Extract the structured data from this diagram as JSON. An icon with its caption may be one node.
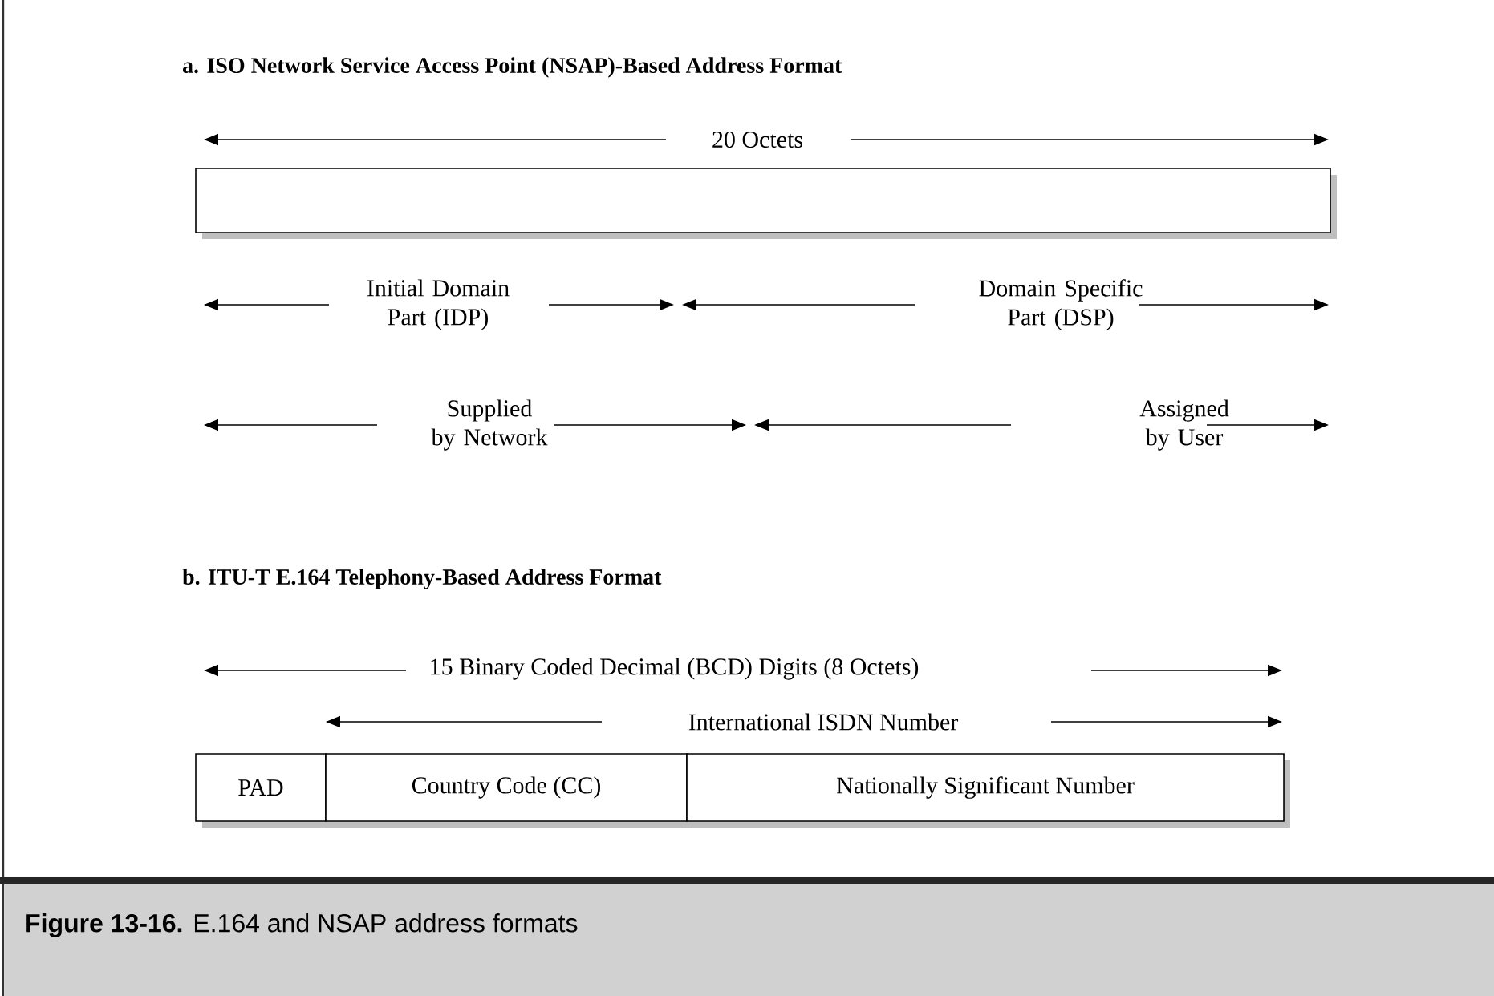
{
  "diagram": {
    "caption": "**Figure 13-16.** E.164 and NSAP address formats",
    "nodes": [
      {
        "text": [],
        "shape": "box"
      },
      {
        "text": [
          "PAD"
        ]
      },
      {
        "text": [
          "Country Code (CC)"
        ]
      },
      {
        "text": [
          "Nationally Significant Number"
        ]
      }
    ],
    "labels": [
      "a. ISO Network Service Access Point (NSAP)-Based Address Format",
      "20 Octets",
      "Initial Domain Part (IDP)",
      "Domain Specific Part (DSP)",
      "Supplied by Network",
      "Assigned by User",
      "b. ITU-T E.164 Telephony-Based Address Format",
      "15 Binary Coded Decimal (BCD) Digits (8 Octets)",
      "International ISDN Number"
    ]
  }
}
